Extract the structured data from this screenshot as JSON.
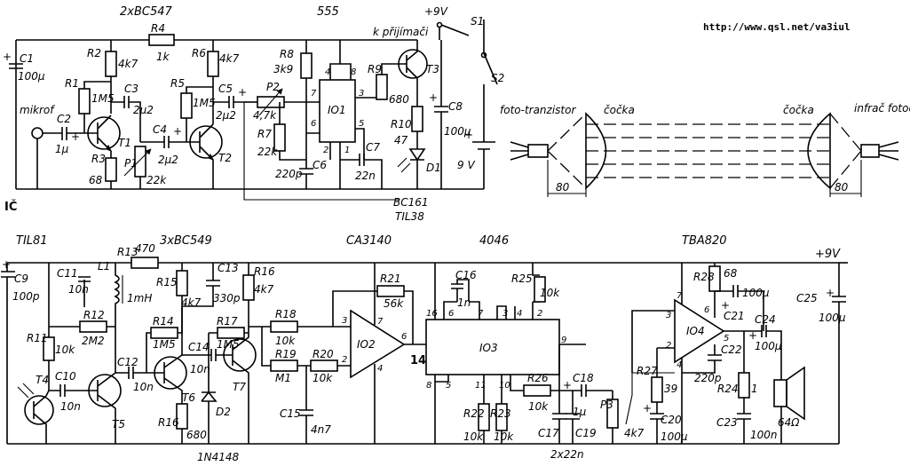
{
  "url": "http://www.qsl.net/va3iul",
  "transmitter": {
    "section_label": "IČ",
    "headers": {
      "transistors": "2xBC547",
      "timer": "555"
    },
    "supply": {
      "plus": "+9V",
      "switch1": "S1",
      "switch2": "S2",
      "to_receiver": "k přijímači",
      "battery": "9 V"
    },
    "mic": "mikrof",
    "components": {
      "C1": "C1",
      "C1_val": "100µ",
      "C2": "C2",
      "C2_val": "1µ",
      "R1": "R1",
      "R1_val": "1M5",
      "R2": "R2",
      "R2_val": "4k7",
      "R3": "R3",
      "R3_val": "68",
      "C3": "C3",
      "C3_val": "2µ2",
      "T1": "T1",
      "P1": "P1",
      "P1_val": "22k",
      "C4": "C4",
      "C4_val": "2µ2",
      "R4": "R4",
      "R4_val": "1k",
      "R5": "R5",
      "R5_val": "1M5",
      "R6": "R6",
      "R6_val": "4k7",
      "T2": "T2",
      "C5": "C5",
      "C5_val": "2µ2",
      "P2": "P2",
      "P2_val": "4,7k",
      "R7": "R7",
      "R7_val": "22k",
      "R8": "R8",
      "R8_val": "3k9",
      "C6": "C6",
      "C6_val": "220p",
      "IO1": "IO1",
      "pins": [
        "4",
        "8",
        "7",
        "3",
        "6",
        "2",
        "1",
        "5"
      ],
      "C7": "C7",
      "C7_val": "22n",
      "R9": "R9",
      "R9_val": "680",
      "T3": "T3",
      "R10": "R10",
      "R10_val": "47",
      "D1": "D1",
      "C8": "C8",
      "C8_val": "100µ",
      "bc161": "BC161",
      "til38": "TIL38"
    }
  },
  "optics": {
    "phototransistor": "foto-tranzistor",
    "lens_left": "čočka",
    "lens_right": "čočka",
    "photodiode": "infrač fotodioda",
    "dim_left": "80",
    "dim_right": "80"
  },
  "receiver": {
    "headers": {
      "til81": "TIL81",
      "transistors": "3xBC549",
      "opamp": "CA3140",
      "logic": "4046",
      "amp": "TBA820",
      "supply": "+9V"
    },
    "components": {
      "C9": "C9",
      "C9_val": "100p",
      "C11": "C11",
      "C11_val": "10n",
      "L1": "L1",
      "L1_val": "1mH",
      "R13": "R13",
      "R13_val": "470",
      "C13": "C13",
      "C13_val": "330p",
      "R16a": "R16",
      "R16a_val": "4k7",
      "R15": "R15",
      "R15_val": "4k7",
      "R12": "R12",
      "R12_val": "2M2",
      "R11": "R11",
      "R11_val": "10k",
      "R14": "R14",
      "R14_val": "1M5",
      "R17": "R17",
      "R17_val": "1M5",
      "C14": "C14",
      "C14_val": "10n",
      "C12": "C12",
      "C12_val": "10n",
      "C10": "C10",
      "C10_val": "10n",
      "T4": "T4",
      "T5": "T5",
      "T6": "T6",
      "T7": "T7",
      "R16b": "R16",
      "R16b_val": "680",
      "D2": "D2",
      "D2_val": "1N4148",
      "R18": "R18",
      "R18_val": "10k",
      "R19": "R19",
      "R19_val": "M1",
      "R20": "R20",
      "R20_val": "10k",
      "C15": "C15",
      "C15_val": "4n7",
      "R21": "R21",
      "R21_val": "56k",
      "IO2": "IO2",
      "IO2_pins": [
        "3",
        "2",
        "7",
        "6",
        "4"
      ],
      "node14": "14",
      "IO3": "IO3",
      "IO3_pins": [
        "16",
        "6",
        "7",
        "3",
        "4",
        "2",
        "9",
        "8",
        "5",
        "11",
        "10"
      ],
      "C16": "C16",
      "C16_val": "1n",
      "R25": "R25",
      "R25_val": "10k",
      "R22": "R22",
      "R22_val": "10k",
      "R23": "R23",
      "R23_val": "10k",
      "R26": "R26",
      "R26_val": "10k",
      "C18": "C18",
      "C18_val": "1µ",
      "C17": "C17",
      "C19": "C19",
      "C17_19_val": "2x22n",
      "P3": "P3",
      "P3_val": "4k7",
      "R27": "R27",
      "R27_val": "39",
      "C20": "C20",
      "C20_val": "100µ",
      "IO4": "IO4",
      "IO4_pins": [
        "7",
        "3",
        "2",
        "6",
        "5",
        "4"
      ],
      "R28": "R28",
      "R28_val": "68",
      "C21": "C21",
      "C21_val": "100µ",
      "C22": "C22",
      "C22_val": "220p",
      "R24": "R24",
      "R24_val": "1",
      "C23": "C23",
      "C23_val": "100n",
      "C24": "C24",
      "C24_val": "100µ",
      "C25": "C25",
      "C25_val": "100µ",
      "speaker": "64Ω"
    }
  }
}
